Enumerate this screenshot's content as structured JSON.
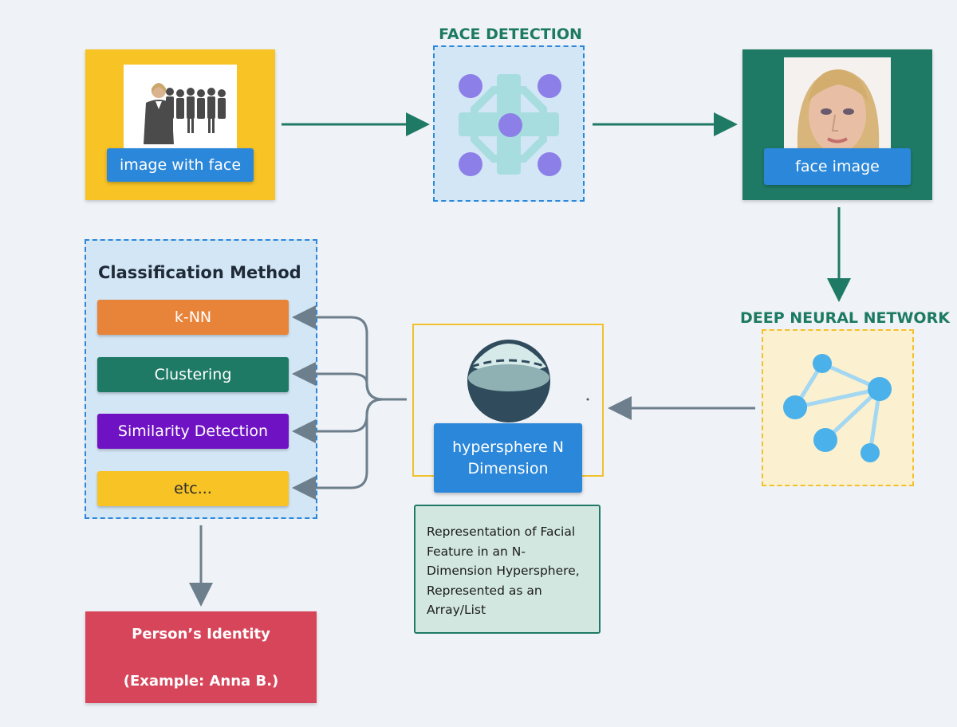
{
  "source": {
    "label": "image with face",
    "box_color": "#f7c325"
  },
  "face_detection": {
    "title": "FACE DETECTION"
  },
  "face_image": {
    "label": "face image",
    "box_color": "#1f7a65"
  },
  "dnn": {
    "title": "DEEP NEURAL NETWORK"
  },
  "hypersphere": {
    "label_line1": "hypersphere N",
    "label_line2": "Dimension"
  },
  "representation": {
    "text": "Representation of Facial Feature in an N-Dimension Hypersphere, Represented as an Array/List"
  },
  "classification": {
    "title": "Classification Method",
    "methods": [
      {
        "label": "k-NN",
        "color": "#e8843a"
      },
      {
        "label": "Clustering",
        "color": "#1f7a65"
      },
      {
        "label": "Similarity Detection",
        "color": "#6f12c4"
      },
      {
        "label": "etc...",
        "color": "#f7c325"
      }
    ]
  },
  "identity": {
    "line1": "Person’s Identity",
    "line2": "(Example: Anna B.)",
    "color": "#d6455a"
  },
  "icons": {
    "group_photo": "group-of-business-people-image",
    "face_photo": "woman-face-portrait-image",
    "detector": "face-detection-grid-icon",
    "network": "neural-network-graph-icon",
    "sphere": "hypersphere-icon"
  }
}
